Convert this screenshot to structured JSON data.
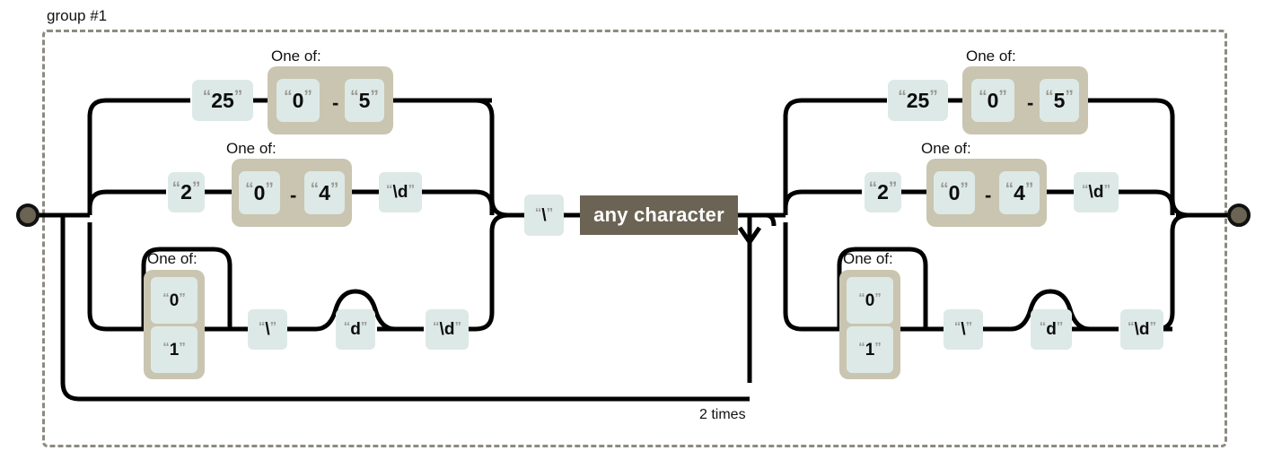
{
  "diagram": {
    "type": "regex-railroad",
    "group_label": "group #1",
    "repeat_label": "2 times",
    "oneof_label": "One of:",
    "range_separator": "-",
    "any_character_label": "any character",
    "colors": {
      "node_fill": "#dde9e7",
      "oneof_fill": "#c9c5b0",
      "anychar_fill": "#6b6354",
      "anychar_text": "#ffffff",
      "rail": "#000000",
      "group_border": "#8d8a80",
      "terminal_fill": "#6b6354",
      "quote_color": "#9a9a92"
    }
  },
  "left_half": {
    "branch_1": {
      "nodes": [
        {
          "name": "literal-25",
          "quoted": true,
          "value": "25"
        }
      ],
      "oneof": {
        "label": "One of:",
        "from": {
          "quoted": true,
          "value": "0"
        },
        "sep": "-",
        "to": {
          "quoted": true,
          "value": "5"
        }
      }
    },
    "branch_2": {
      "nodes": [
        {
          "name": "literal-2",
          "quoted": true,
          "value": "2"
        }
      ],
      "oneof": {
        "label": "One of:",
        "from": {
          "quoted": true,
          "value": "0"
        },
        "sep": "-",
        "to": {
          "quoted": true,
          "value": "4"
        }
      },
      "tail": {
        "name": "digit-class",
        "quoted": true,
        "value": "\\d"
      }
    },
    "branch_3": {
      "oneof": {
        "label": "One of:",
        "options": [
          {
            "quoted": true,
            "value": "0"
          },
          {
            "quoted": true,
            "value": "1"
          }
        ]
      },
      "nodes": [
        {
          "name": "literal-backslash",
          "quoted": true,
          "value": "\\"
        },
        {
          "name": "literal-d-optional",
          "quoted": true,
          "value": "d"
        },
        {
          "name": "digit-class",
          "quoted": true,
          "value": "\\d"
        }
      ]
    }
  },
  "center": {
    "separator_node": {
      "name": "literal-backslash",
      "quoted": true,
      "value": "\\"
    },
    "any_character": "any character"
  },
  "right_half": {
    "branch_1": {
      "nodes": [
        {
          "name": "literal-25",
          "quoted": true,
          "value": "25"
        }
      ],
      "oneof": {
        "label": "One of:",
        "from": {
          "quoted": true,
          "value": "0"
        },
        "sep": "-",
        "to": {
          "quoted": true,
          "value": "5"
        }
      }
    },
    "branch_2": {
      "nodes": [
        {
          "name": "literal-2",
          "quoted": true,
          "value": "2"
        }
      ],
      "oneof": {
        "label": "One of:",
        "from": {
          "quoted": true,
          "value": "0"
        },
        "sep": "-",
        "to": {
          "quoted": true,
          "value": "4"
        }
      },
      "tail": {
        "name": "digit-class",
        "quoted": true,
        "value": "\\d"
      }
    },
    "branch_3": {
      "oneof": {
        "label": "One of:",
        "options": [
          {
            "quoted": true,
            "value": "0"
          },
          {
            "quoted": true,
            "value": "1"
          }
        ]
      },
      "nodes": [
        {
          "name": "literal-backslash",
          "quoted": true,
          "value": "\\"
        },
        {
          "name": "literal-d-optional",
          "quoted": true,
          "value": "d"
        },
        {
          "name": "digit-class",
          "quoted": true,
          "value": "\\d"
        }
      ]
    }
  }
}
